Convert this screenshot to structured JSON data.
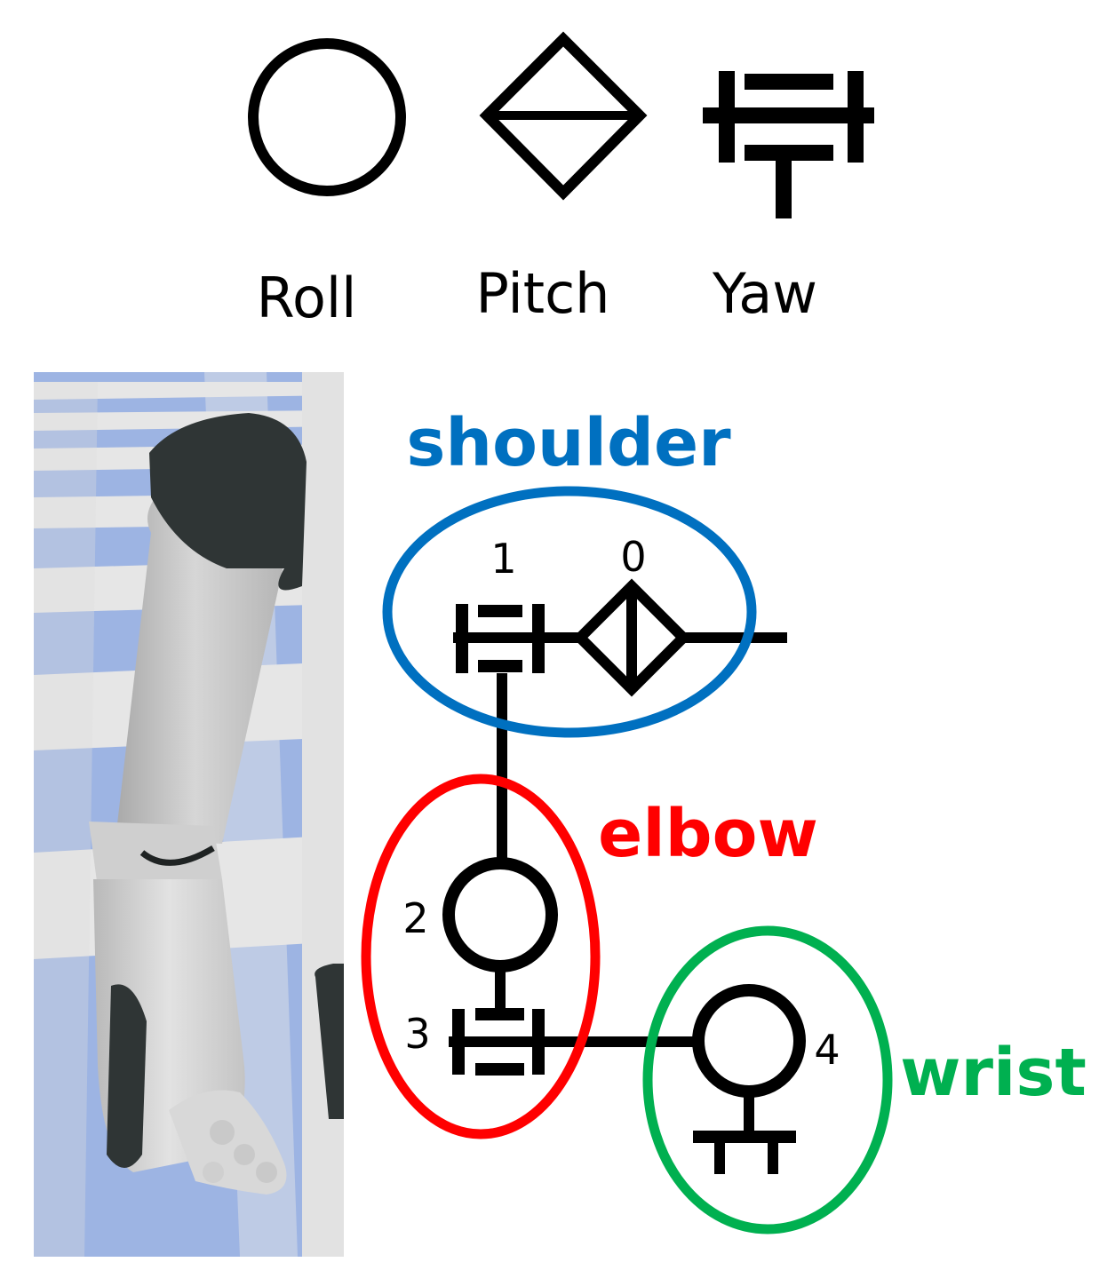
{
  "legend": {
    "items": [
      {
        "id": "roll",
        "label": "Roll",
        "icon": "roll-circle-icon"
      },
      {
        "id": "pitch",
        "label": "Pitch",
        "icon": "pitch-diamond-icon"
      },
      {
        "id": "yaw",
        "label": "Yaw",
        "icon": "yaw-bracket-icon"
      }
    ]
  },
  "groups": {
    "shoulder": {
      "label": "shoulder",
      "color": "#0070C0"
    },
    "elbow": {
      "label": "elbow",
      "color": "#FF0000"
    },
    "wrist": {
      "label": "wrist",
      "color": "#00B050"
    }
  },
  "joints": {
    "j0": {
      "num": "0",
      "type": "pitch"
    },
    "j1": {
      "num": "1",
      "type": "yaw"
    },
    "j2": {
      "num": "2",
      "type": "roll"
    },
    "j3": {
      "num": "3",
      "type": "yaw"
    },
    "j4": {
      "num": "4",
      "type": "roll"
    }
  },
  "photo": {
    "subject": "robot-arm-render",
    "floor_colors": [
      "#9DB4E3",
      "#E6E6E6"
    ],
    "arm_color": "#C8C8C8",
    "dark_part_color": "#2F3535"
  }
}
